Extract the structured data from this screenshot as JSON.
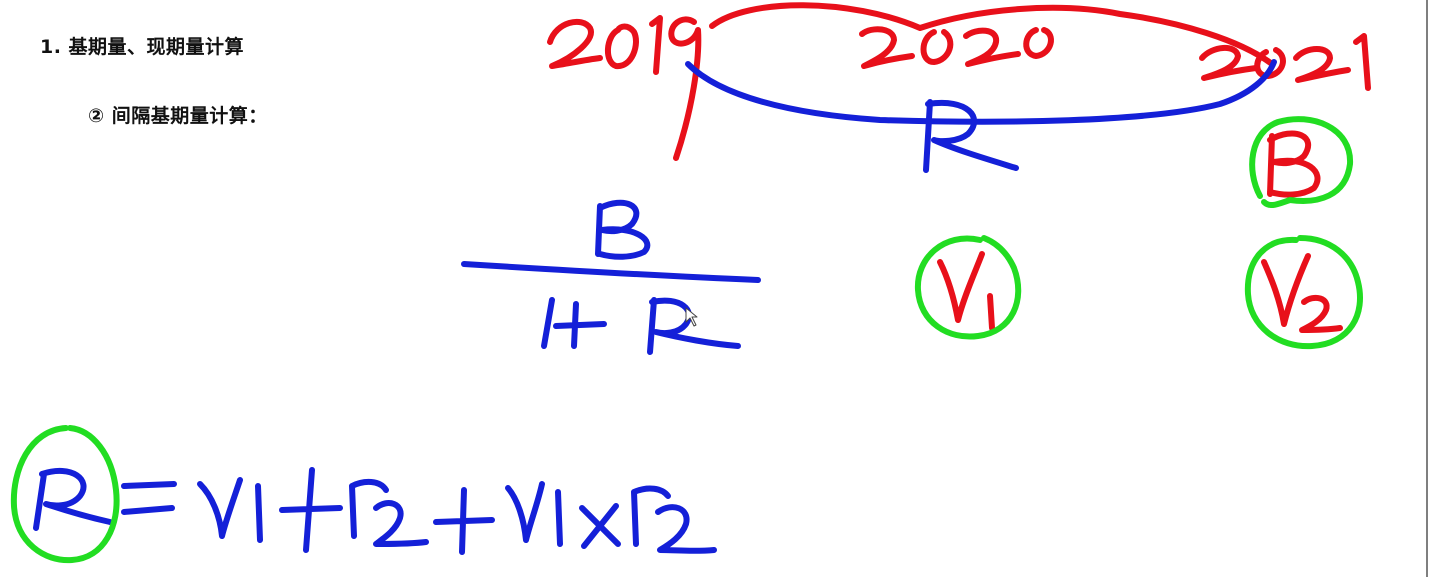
{
  "notes": {
    "heading": "1. 基期量、现期量计算",
    "subheading": "② 间隔基期量计算："
  },
  "ink_colors": {
    "red": "#e8101a",
    "blue": "#1420d8",
    "green": "#22dd22",
    "text": "#111111"
  },
  "handwriting": {
    "years": [
      "2019",
      "2020",
      "2021"
    ],
    "top_label": "R",
    "circled_base": "B",
    "rates": [
      "r1",
      "r2"
    ],
    "fraction": {
      "numerator": "B",
      "denominator": "1+R"
    },
    "formula": "R = r1 + r2 + r1 × r2"
  }
}
